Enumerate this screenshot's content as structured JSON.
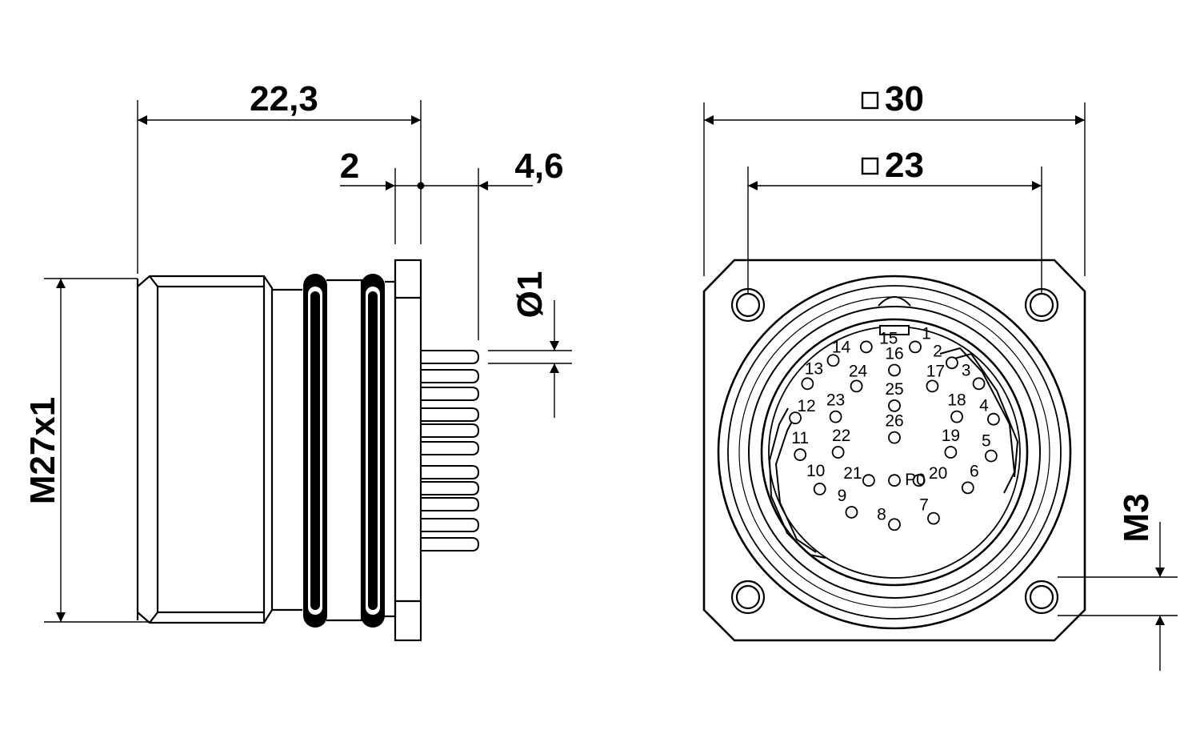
{
  "dimensions": {
    "length": "22,3",
    "flange_gap": "2",
    "pin_length": "4,6",
    "pin_diameter": "Ø1",
    "thread": "M27x1",
    "outer_square": "30",
    "hole_square": "23",
    "mount_screw": "M3"
  },
  "pins": [
    {
      "label": "1",
      "x": 1.7,
      "y": 8.6
    },
    {
      "label": "2",
      "x": 4.7,
      "y": 7.3
    },
    {
      "label": "3",
      "x": 6.9,
      "y": 5.6
    },
    {
      "label": "4",
      "x": 8.1,
      "y": 2.7
    },
    {
      "label": "5",
      "x": 7.9,
      "y": -0.3
    },
    {
      "label": "6",
      "x": 6.0,
      "y": -2.9
    },
    {
      "label": "7",
      "x": 3.2,
      "y": -5.4
    },
    {
      "label": "8",
      "x": 0.0,
      "y": -5.9
    },
    {
      "label": "9",
      "x": -3.5,
      "y": -4.9
    },
    {
      "label": "10",
      "x": -6.1,
      "y": -3.0
    },
    {
      "label": "11",
      "x": -7.7,
      "y": -0.2
    },
    {
      "label": "12",
      "x": -8.1,
      "y": 2.8
    },
    {
      "label": "13",
      "x": -7.1,
      "y": 5.6
    },
    {
      "label": "14",
      "x": -5.0,
      "y": 7.5
    },
    {
      "label": "15",
      "x": -2.3,
      "y": 8.6
    },
    {
      "label": "16",
      "x": 0.0,
      "y": 6.7
    },
    {
      "label": "17",
      "x": 3.1,
      "y": 5.4
    },
    {
      "label": "18",
      "x": 5.1,
      "y": 2.9
    },
    {
      "label": "19",
      "x": 4.6,
      "y": 0.0
    },
    {
      "label": "20",
      "x": 2.0,
      "y": -2.3
    },
    {
      "label": "21",
      "x": -2.1,
      "y": -2.3
    },
    {
      "label": "22",
      "x": -4.6,
      "y": 0.0
    },
    {
      "label": "23",
      "x": -4.8,
      "y": 2.9
    },
    {
      "label": "24",
      "x": -3.1,
      "y": 5.4
    },
    {
      "label": "25",
      "x": 0.0,
      "y": 3.8
    },
    {
      "label": "26",
      "x": 0.0,
      "y": 1.2
    },
    {
      "label": "P0",
      "x": 0.0,
      "y": -2.3
    }
  ]
}
